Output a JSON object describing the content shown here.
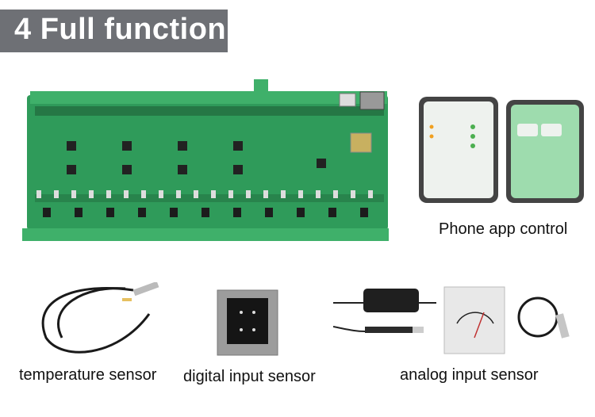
{
  "banner": {
    "title": "4 Full function",
    "color": "#6e7075"
  },
  "captions": {
    "phone": "Phone app control",
    "temperature": "temperature sensor",
    "digital": "digital input sensor",
    "analog": "analog input sensor"
  },
  "icons": {
    "board": "relay-controller-board-image",
    "phones": "smartphone-app-image",
    "temperature": "temperature-probe-image",
    "digital": "wall-switch-panel-image",
    "analog": "analog-sensors-image"
  },
  "colors": {
    "pcb": "#2f9b5a",
    "terminal": "#3fb06a",
    "phone_screen": "#eef2ee",
    "cable": "#1a1a1a"
  }
}
